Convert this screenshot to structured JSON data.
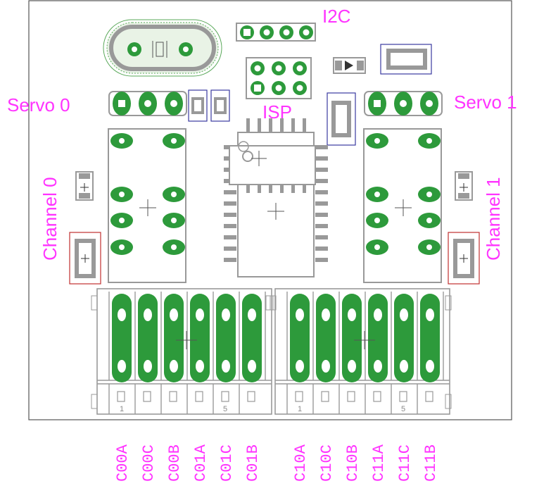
{
  "labels": {
    "i2c": "I2C",
    "isp": "ISP",
    "servo0": "Servo 0",
    "servo1": "Servo 1",
    "channel0": "Channel 0",
    "channel1": "Channel 1"
  },
  "pin_labels": {
    "left": [
      "C00A",
      "C00C",
      "C00B",
      "C01A",
      "C01C",
      "C01B"
    ],
    "right": [
      "C10A",
      "C10C",
      "C10B",
      "C11A",
      "C11C",
      "C11B"
    ]
  },
  "connector_marks": {
    "left_first": "1",
    "left_fifth": "5",
    "right_first": "1",
    "right_fifth": "5"
  },
  "colors": {
    "pad": "#2d9a3b",
    "outline": "#9a9a9a",
    "label": "#ff33ff",
    "blue_box": "#3a3aa0",
    "red_box": "#c03030"
  }
}
